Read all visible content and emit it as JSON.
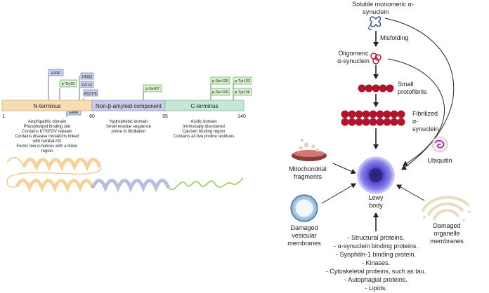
{
  "left_panel": {
    "positions": {
      "start": "1",
      "p60": "60",
      "p95": "95",
      "end": "140"
    },
    "domains": {
      "n_terminus": "N-terminus",
      "nac": "Non-β-amyloid component",
      "c_terminus": "C-terminus"
    },
    "mutations_labels": {
      "a30p": "A30P",
      "e46k": "E46K",
      "h50q": "H50Q",
      "g51d": "G51D",
      "a53t": "A53T/E",
      "ptyr39": "p-Tyr39",
      "pser87": "p-Ser87",
      "pser125": "p-Ser125",
      "pser129": "p-Ser129",
      "ptyr133": "p-Tyr133",
      "ptyr136": "p-Tyr136"
    },
    "n_desc": [
      "Amphipathic domain",
      "Phospholipid binding site",
      "Contains KTKEGV repeats",
      "Contains disease mutations linked",
      "with familial PD",
      "Forms two α-helices with a linker",
      "region"
    ],
    "nac_desc": [
      "Hydrophobic domain",
      "Small residue sequence",
      "prone to fibrillation"
    ],
    "c_desc": [
      "Acidic domain",
      "Intrinsically disordered",
      "Calcium binding region",
      "Contains all five proline residues"
    ]
  },
  "right_panel": {
    "soluble": [
      "Soluble monomeric α-",
      "synuclein"
    ],
    "misfolding": "Misfolding",
    "oligomeric": [
      "Oligomeric",
      "α-synuclein"
    ],
    "small_protofibrils": [
      "Small",
      "protofibrils"
    ],
    "fibrilized": [
      "Fibrilized",
      "α-",
      "synuclein"
    ],
    "ubiquitin": "Ubiquitin",
    "mitochondrial": [
      "Mitochondrial",
      "fragments"
    ],
    "lewy_body": [
      "Lewy",
      "body"
    ],
    "damaged_vesicular": [
      "Damaged",
      "vesicular",
      "membranes"
    ],
    "damaged_organelle": [
      "Damaged",
      "organelle",
      "membranes"
    ],
    "components": [
      "- Structural proteins.",
      "- α-synuclein binding proteins.",
      "- Synphilin-1 binding protein.",
      "- Kinases.",
      "- Cytoskeletal proteins, such as tau.",
      "- Autophagial proteins.",
      "- Lipids."
    ]
  },
  "colors": {
    "n_terminus": "#f6ddb6",
    "nac": "#c9cce6",
    "c_terminus": "#c6e6d6",
    "fibril": "#b0152d",
    "mutation_box": "#c8d0ea",
    "ptm_box": "#d9efd0",
    "lewy": "#6a5fd6"
  }
}
